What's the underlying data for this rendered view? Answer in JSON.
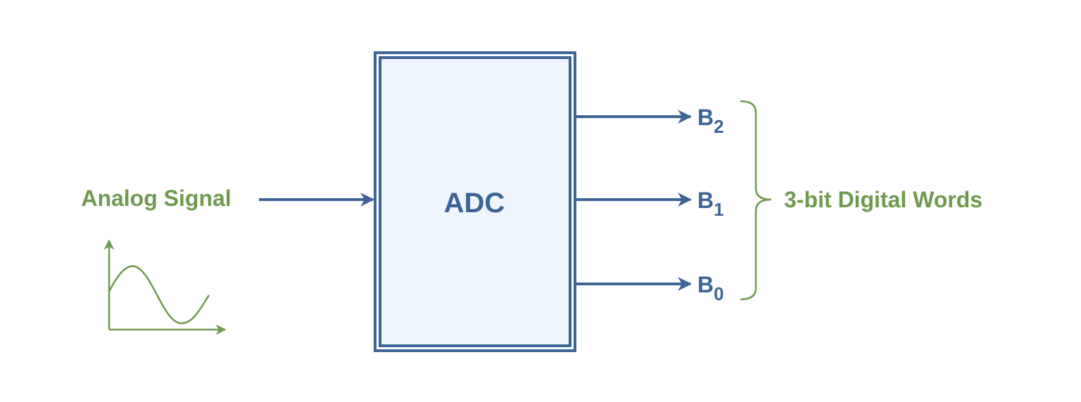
{
  "input": {
    "label": "Analog Signal"
  },
  "block": {
    "label": "ADC"
  },
  "outputs": [
    {
      "letter": "B",
      "subscript": "2"
    },
    {
      "letter": "B",
      "subscript": "1"
    },
    {
      "letter": "B",
      "subscript": "0"
    }
  ],
  "group": {
    "label": "3-bit Digital Words"
  },
  "colors": {
    "blue": "#3d6496",
    "green": "#6f9a4e",
    "block_fill": "#eff5fd"
  },
  "icons": {
    "waveform": "sine-wave-graph-icon",
    "bracket": "right-curly-brace"
  }
}
